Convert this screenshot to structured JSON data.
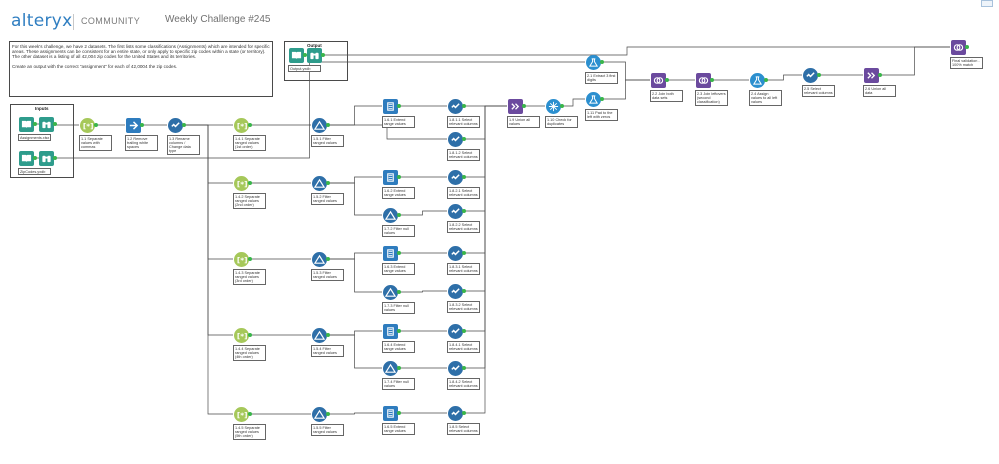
{
  "header": {
    "logo": "alteryx",
    "community": "COMMUNITY",
    "title": "Weekly Challenge #245"
  },
  "description": {
    "p1": "For this week's challenge, we have 2 datasets. The first lists some classifications (Assignments) which are intended for specific areas. These assignments can be consistent for an entire state, or only apply to specific zip codes within a state (or territory). The other dataset is a listing of all 42,004 zip codes for the United States and its territories.",
    "p2": "Create an output with the correct \"assignment\" for each of 42,0004 the zip codes."
  },
  "containers": {
    "output": "Output",
    "inputs": "Inputs"
  },
  "colors": {
    "input": "#2e9c8c",
    "text_to_columns": "#a6c85a",
    "formula": "#2e7cbe",
    "select": "#2e6fa8",
    "filter": "#2e6fa8",
    "join": "#6b4a9e",
    "union": "#6b4a9e",
    "unique": "#2b8fcf",
    "sample": "#2b8fcf",
    "connector": "#4a4a4a",
    "connection_dot": "#39b54a"
  },
  "nodes": [
    {
      "id": "out1",
      "tool": "input",
      "icon": "book-icon",
      "label": "Output.yxdb"
    },
    {
      "id": "out2",
      "tool": "input",
      "icon": "binoculars-icon",
      "label": ""
    },
    {
      "id": "in1",
      "tool": "input",
      "icon": "book-icon",
      "label": "Assignments.xlsx"
    },
    {
      "id": "in1b",
      "tool": "input",
      "icon": "binoculars-icon",
      "label": ""
    },
    {
      "id": "in2",
      "tool": "input",
      "icon": "book-icon",
      "label": "ZipCodes.yxdb"
    },
    {
      "id": "in2b",
      "tool": "input",
      "icon": "binoculars-icon",
      "label": ""
    },
    {
      "id": "t11",
      "tool": "text_to_columns",
      "icon": "text-to-columns-icon",
      "label": "1.1 Separate values with commas"
    },
    {
      "id": "t12",
      "tool": "formula",
      "icon": "data-cleansing-icon",
      "label": "1.2 Remove trailing white spaces"
    },
    {
      "id": "t13",
      "tool": "select",
      "icon": "select-icon",
      "label": "1.3 Rename columns / Change data type"
    },
    {
      "id": "t141",
      "tool": "text_to_columns",
      "icon": "text-to-columns-icon",
      "label": "1.4.1 Separate ranged values (1st order)"
    },
    {
      "id": "t142",
      "tool": "text_to_columns",
      "icon": "text-to-columns-icon",
      "label": "1.4.2 Separate ranged values (2nd order)"
    },
    {
      "id": "t143",
      "tool": "text_to_columns",
      "icon": "text-to-columns-icon",
      "label": "1.4.3 Separate ranged values (3rd order)"
    },
    {
      "id": "t144",
      "tool": "text_to_columns",
      "icon": "text-to-columns-icon",
      "label": "1.4.4 Separate ranged values (4th order)"
    },
    {
      "id": "t145",
      "tool": "text_to_columns",
      "icon": "text-to-columns-icon",
      "label": "1.4.5 Separate ranged values (5th order)"
    },
    {
      "id": "f151",
      "tool": "filter",
      "icon": "filter-icon",
      "label": "1.5.1 Filter ranged values"
    },
    {
      "id": "f152",
      "tool": "filter",
      "icon": "filter-icon",
      "label": "1.5.2 Filter ranged values"
    },
    {
      "id": "f153",
      "tool": "filter",
      "icon": "filter-icon",
      "label": "1.5.3 Filter ranged values"
    },
    {
      "id": "f154",
      "tool": "filter",
      "icon": "filter-icon",
      "label": "1.5.4 Filter ranged values"
    },
    {
      "id": "f155",
      "tool": "filter",
      "icon": "filter-icon",
      "label": "1.5.5 Filter ranged values"
    },
    {
      "id": "g161",
      "tool": "formula",
      "icon": "generate-rows-icon",
      "label": "1.6.1 Extend range values"
    },
    {
      "id": "g162",
      "tool": "formula",
      "icon": "generate-rows-icon",
      "label": "1.6.2 Extend range values"
    },
    {
      "id": "g163",
      "tool": "formula",
      "icon": "generate-rows-icon",
      "label": "1.6.3 Extend range values"
    },
    {
      "id": "g164",
      "tool": "formula",
      "icon": "generate-rows-icon",
      "label": "1.6.4 Extend range values"
    },
    {
      "id": "g165",
      "tool": "formula",
      "icon": "generate-rows-icon",
      "label": "1.6.5 Extend range values"
    },
    {
      "id": "nf172",
      "tool": "filter",
      "icon": "filter-icon",
      "label": "1.7.2 Filter null values"
    },
    {
      "id": "nf173",
      "tool": "filter",
      "icon": "filter-icon",
      "label": "1.7.3 Filter null values"
    },
    {
      "id": "nf174",
      "tool": "filter",
      "icon": "filter-icon",
      "label": "1.7.4 Filter null values"
    },
    {
      "id": "s1811",
      "tool": "select",
      "icon": "select-icon",
      "label": "1.8.1.1 Select relevant columns"
    },
    {
      "id": "s1812",
      "tool": "select",
      "icon": "select-icon",
      "label": "1.8.1.2 Select relevant columns"
    },
    {
      "id": "s1821",
      "tool": "select",
      "icon": "select-icon",
      "label": "1.8.2.1 Select relevant columns"
    },
    {
      "id": "s1822",
      "tool": "select",
      "icon": "select-icon",
      "label": "1.8.2.2 Select relevant columns"
    },
    {
      "id": "s1831",
      "tool": "select",
      "icon": "select-icon",
      "label": "1.8.3.1 Select relevant columns"
    },
    {
      "id": "s1832",
      "tool": "select",
      "icon": "select-icon",
      "label": "1.8.3.2 Select relevant columns"
    },
    {
      "id": "s1841",
      "tool": "select",
      "icon": "select-icon",
      "label": "1.8.4.1 Select relevant columns"
    },
    {
      "id": "s1842",
      "tool": "select",
      "icon": "select-icon",
      "label": "1.8.4.2 Select relevant columns"
    },
    {
      "id": "s185",
      "tool": "select",
      "icon": "select-icon",
      "label": "1.8.5 Select relevant columns"
    },
    {
      "id": "u19",
      "tool": "union",
      "icon": "union-icon",
      "label": "1.9 Union all values"
    },
    {
      "id": "u110",
      "tool": "unique",
      "icon": "unique-icon",
      "label": "1.10 Check for duplicates"
    },
    {
      "id": "s111",
      "tool": "sample",
      "icon": "sample-icon",
      "label": "1.11 Pad to the left with zeros"
    },
    {
      "id": "s21",
      "tool": "sample",
      "icon": "sample-icon",
      "label": "2.1 Extract 3 first digits"
    },
    {
      "id": "j22",
      "tool": "join",
      "icon": "join-icon",
      "label": "2.2 Join both data sets"
    },
    {
      "id": "j23",
      "tool": "join",
      "icon": "join-icon",
      "label": "2.3 Join leftovers (second classification)"
    },
    {
      "id": "s24",
      "tool": "sample",
      "icon": "sample-icon",
      "label": "2.4 Assign values to all left values"
    },
    {
      "id": "s25",
      "tool": "select",
      "icon": "select-icon",
      "label": "2.5 Select relevant columns"
    },
    {
      "id": "u26",
      "tool": "union",
      "icon": "union-icon",
      "label": "2.6 Union all data"
    },
    {
      "id": "fv",
      "tool": "join",
      "icon": "join-icon",
      "label": "Final validation - 100% match"
    }
  ]
}
